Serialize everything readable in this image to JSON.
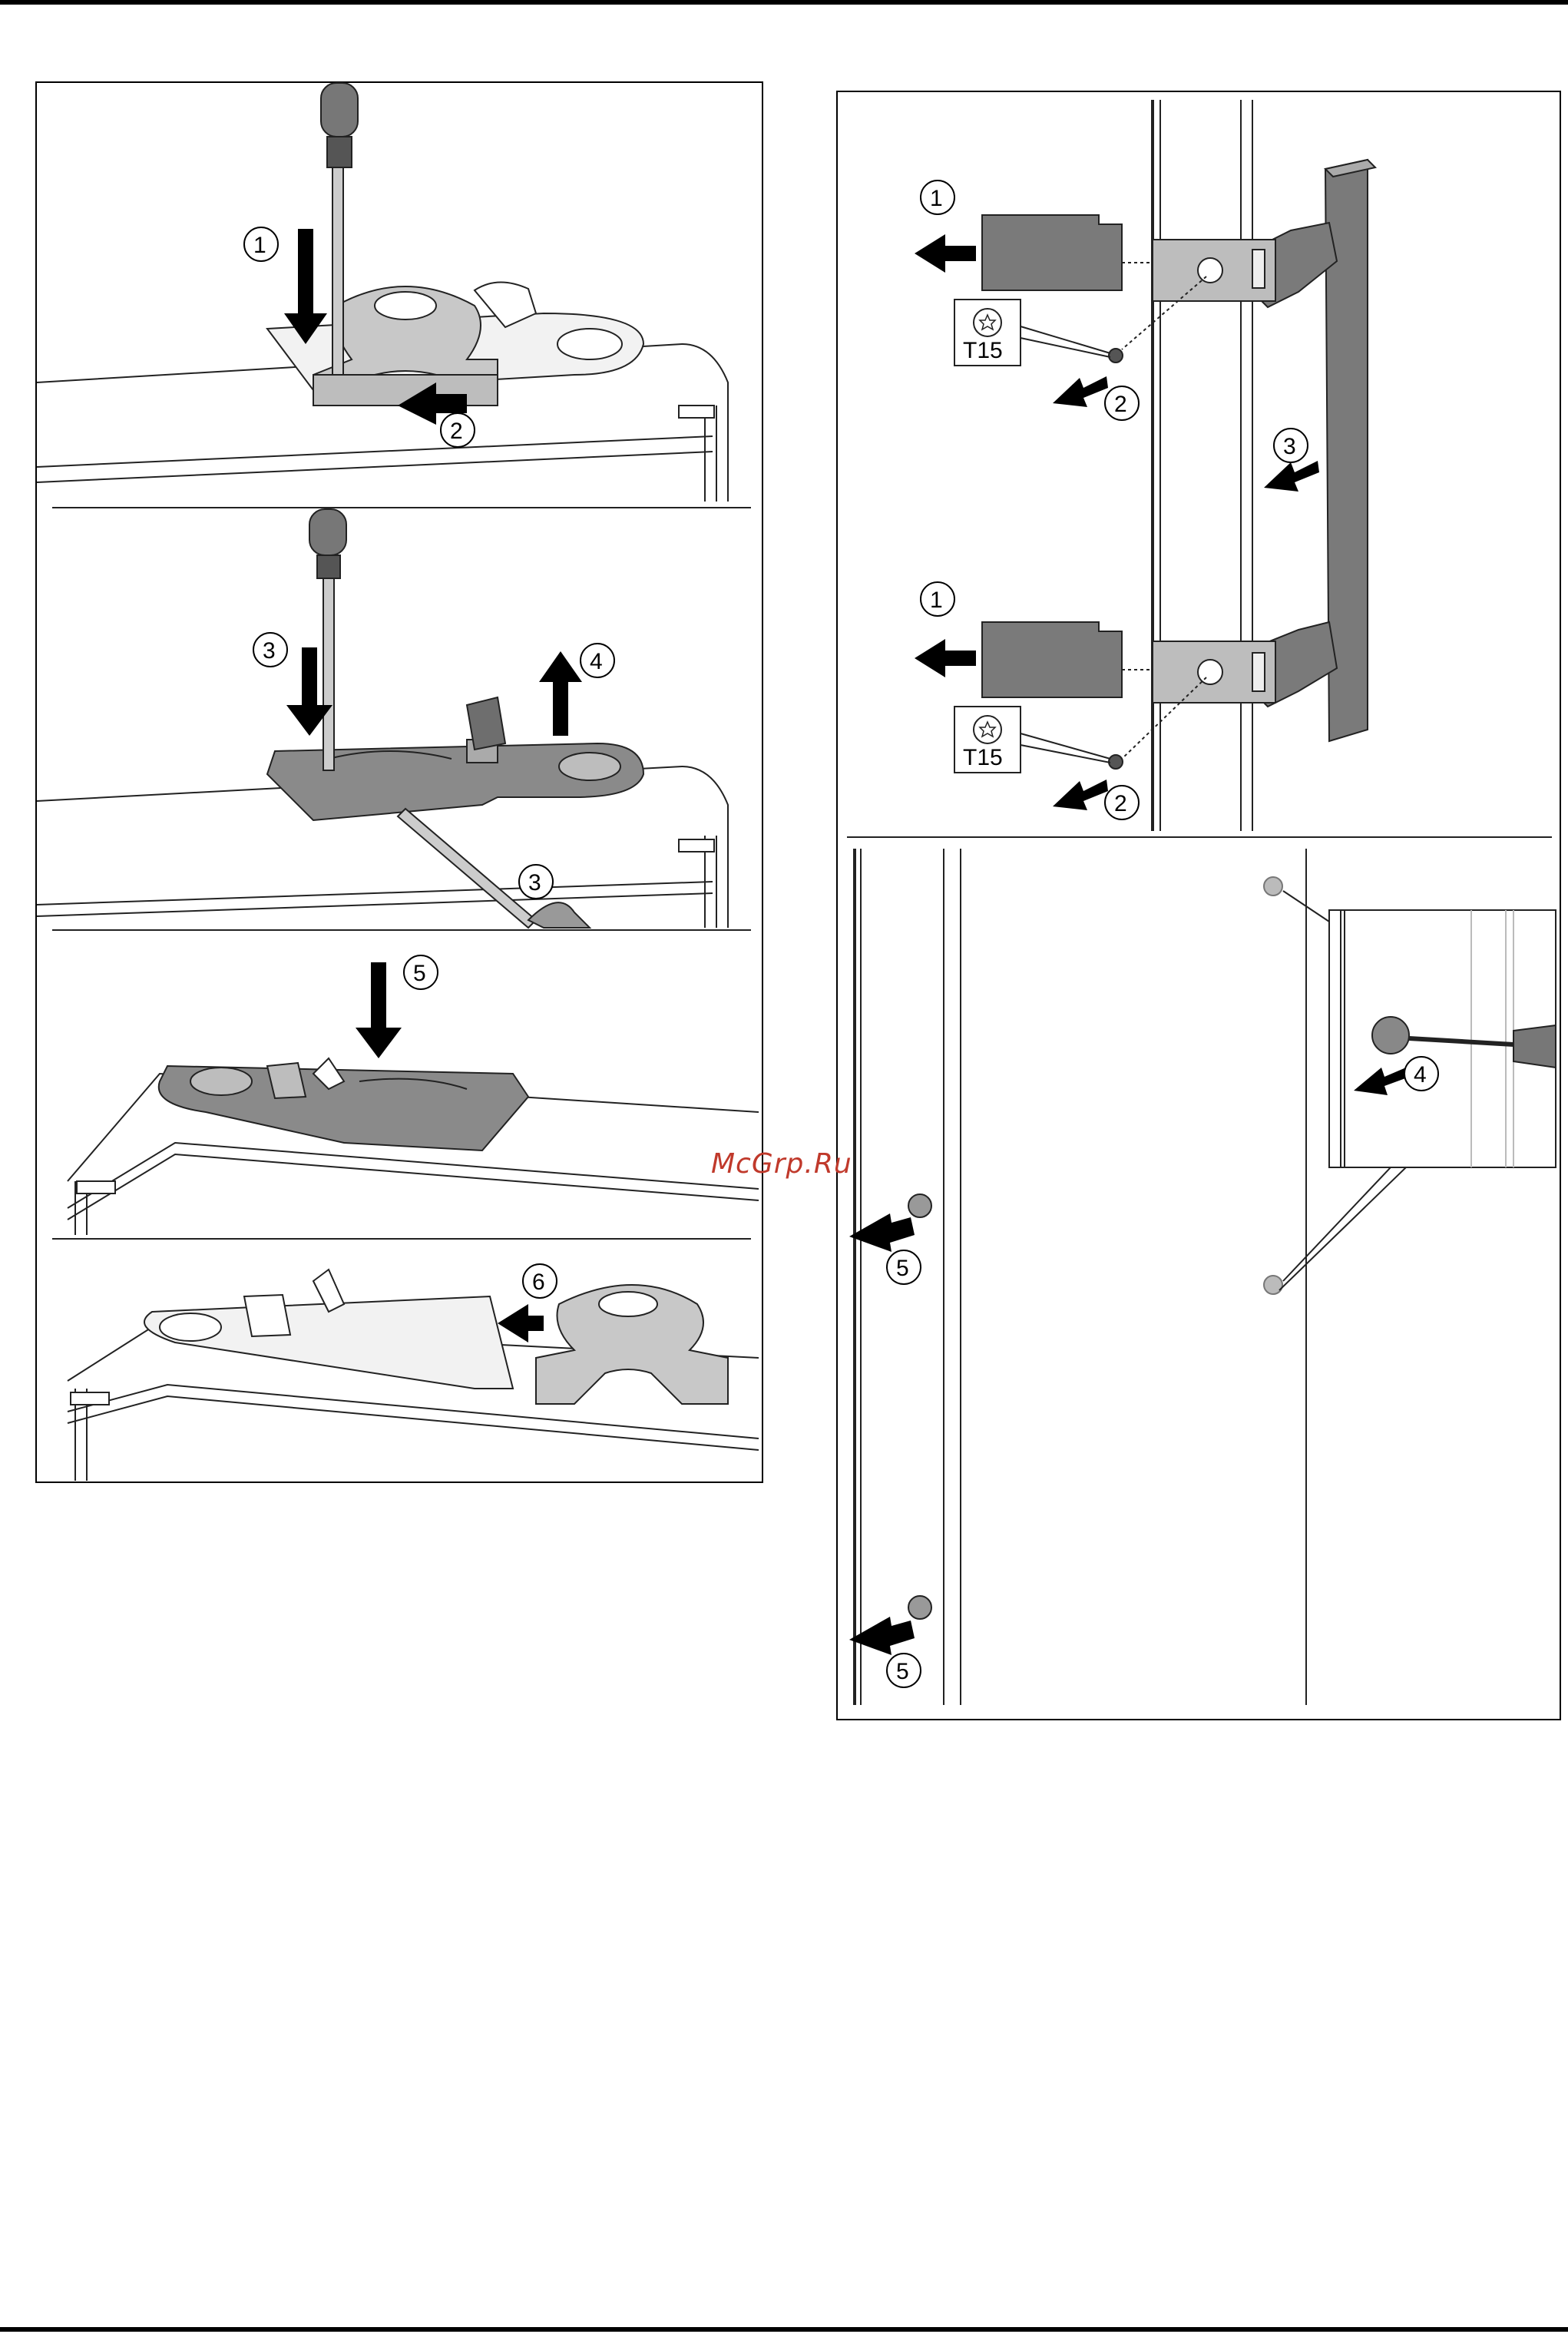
{
  "watermark": "McGrp.Ru",
  "left_figure": {
    "step1": "1",
    "step2": "2",
    "step3": "3",
    "step3b": "3",
    "step4": "4",
    "step5": "5",
    "step6": "6"
  },
  "right_figure": {
    "top_step1": "1",
    "top_step2": "2",
    "top_step3": "3",
    "bottom_step1": "1",
    "bottom_step2": "2",
    "tool_top": "T15",
    "tool_bottom": "T15",
    "lower_step4": "4",
    "lower_step5a": "5",
    "lower_step5b": "5"
  }
}
